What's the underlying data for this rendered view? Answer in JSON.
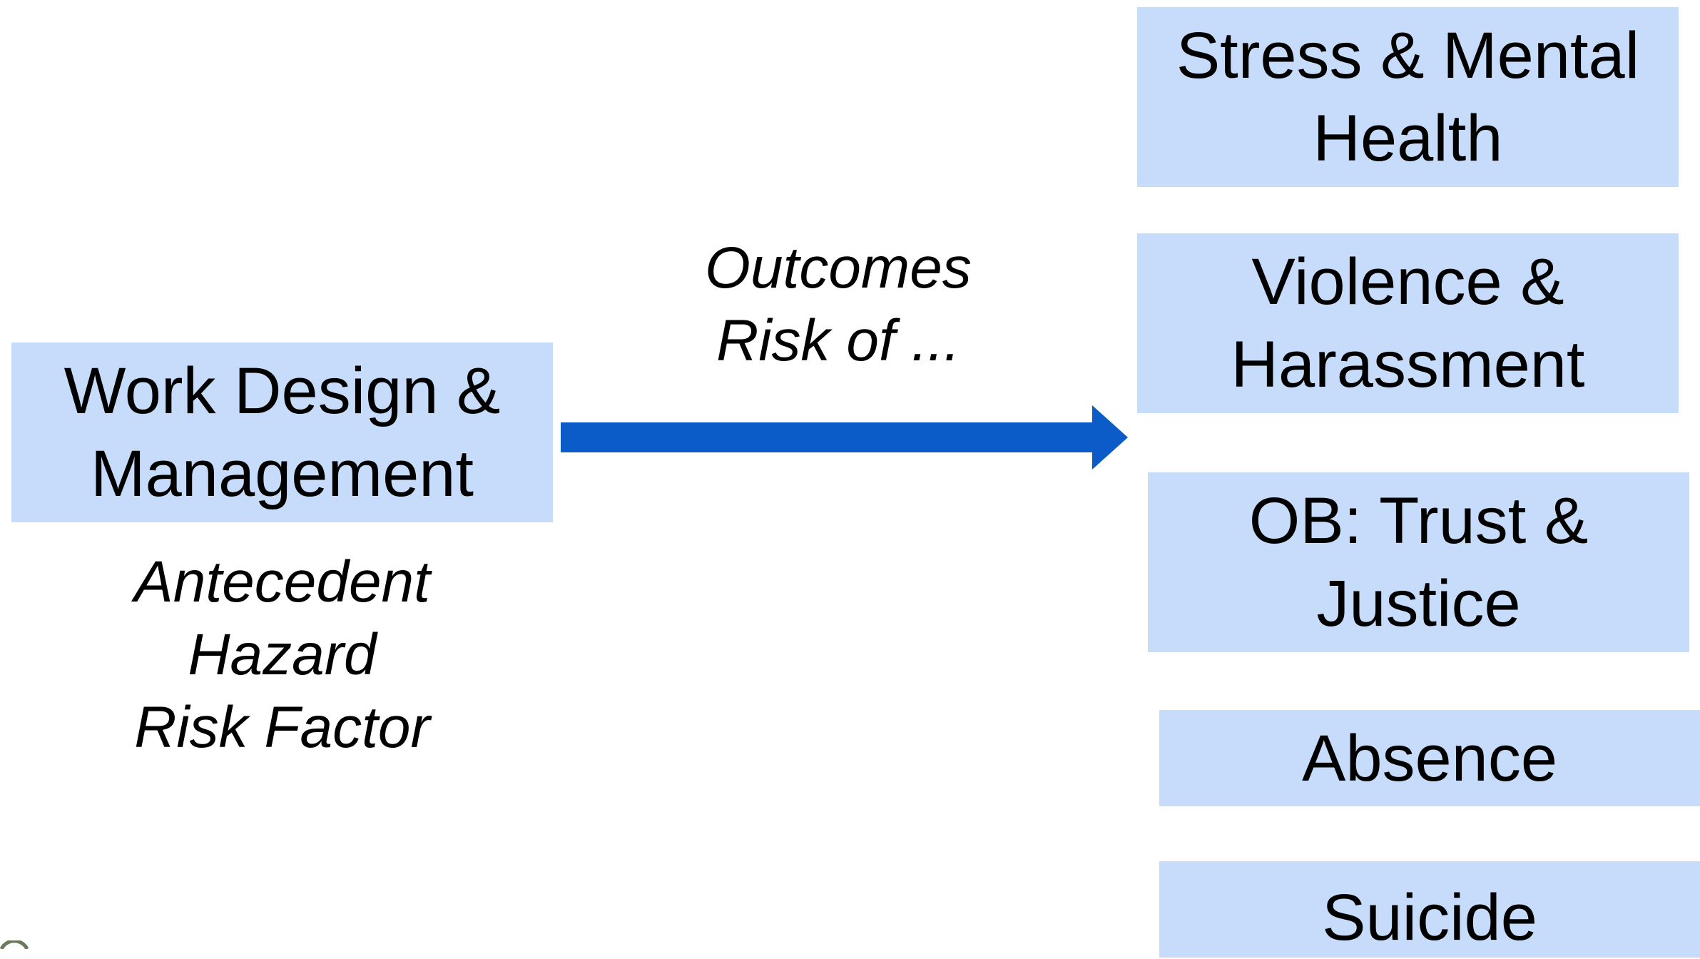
{
  "antecedent_box": {
    "lines": [
      "Work Design &",
      "Management"
    ]
  },
  "antecedent_caption": {
    "lines": [
      "Antecedent",
      "Hazard",
      "Risk Factor"
    ]
  },
  "arrow_caption": {
    "lines": [
      "Outcomes",
      "Risk of ..."
    ]
  },
  "outcomes": [
    {
      "lines": [
        "Stress & Mental",
        "Health"
      ]
    },
    {
      "lines": [
        "Violence &",
        "Harassment"
      ]
    },
    {
      "lines": [
        "OB: Trust &",
        "Justice"
      ]
    },
    {
      "lines": [
        "Absence"
      ]
    },
    {
      "lines": [
        "Suicide"
      ]
    }
  ],
  "colors": {
    "box_fill": "#c6dcfa",
    "arrow": "#0b5cc9",
    "text": "#000000",
    "background": "#ffffff"
  }
}
